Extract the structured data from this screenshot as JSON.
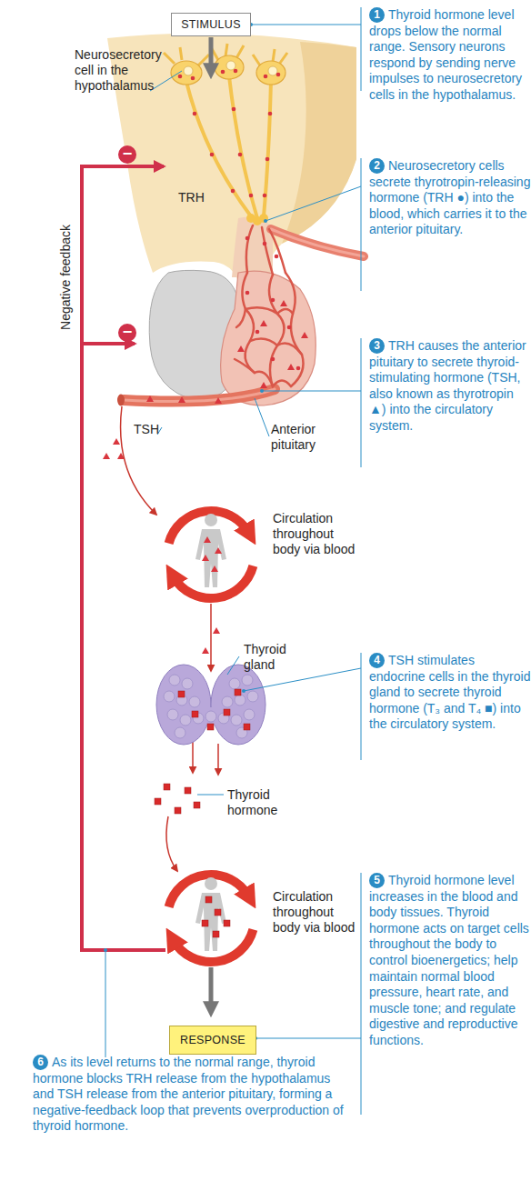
{
  "diagram": {
    "nodes": [
      {
        "text": [
          "STIMULUS"
        ]
      },
      {
        "text": [
          "RESPONSE"
        ]
      }
    ],
    "labels": [
      "Neurosecretory cell in the hypothalamus",
      "1",
      "Thyroid hormone level drops below the normal range. Sensory neurons respond by sending nerve impulses to neurosecretory cells in the hypothalamus.",
      "−",
      "TRH",
      "2",
      "Neurosecretory cells secrete thyrotropin-releasing hormone (TRH ●) into the blood, which carries it to the anterior pituitary.",
      "−",
      "Negative feedback",
      "3",
      "TRH causes the anterior pituitary to secrete thyroid-stimulating hormone (TSH, also known as thyrotropin ▲) into the circulatory system.",
      "TSH",
      "Anterior pituitary",
      "Circulation throughout body via blood",
      "Thyroid gland",
      "4",
      "TSH stimulates endocrine cells in the thyroid gland to secrete thyroid hormone (T₃ and T₄ ■) into the circulatory system.",
      "Thyroid hormone",
      "Circulation throughout body via blood",
      "5",
      "Thyroid hormone level increases in the blood and body tissues. Thyroid hormone acts on target cells throughout the body to control bioenergetics; help maintain normal blood pressure, heart rate, and muscle tone; and regulate digestive and reproductive functions.",
      "6",
      "As its level returns to the normal range, thyroid hormone blocks TRH release from the hypothalamus and TSH release from the anterior pituitary, forming a negative-feedback loop that prevents overproduction of thyroid hormone."
    ]
  }
}
